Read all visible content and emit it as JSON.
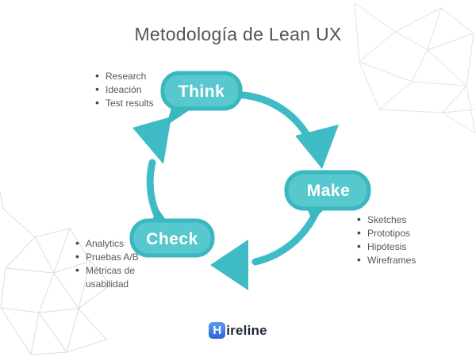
{
  "title": "Metodología de Lean UX",
  "cycle": {
    "direction": "clockwise",
    "stages": [
      {
        "label": "Think",
        "bullets": [
          "Research",
          "Ideación",
          "Test results"
        ]
      },
      {
        "label": "Make",
        "bullets": [
          "Sketches",
          "Prototipos",
          "Hipótesis",
          "Wireframes"
        ]
      },
      {
        "label": "Check",
        "bullets": [
          "Analytics",
          "Pruebas A/B",
          "Métricas de usabilidad"
        ]
      }
    ]
  },
  "logo": {
    "initial": "H",
    "rest": "ireline",
    "full_name": "Hireline"
  },
  "colors": {
    "teal_ring": "#3EBBC4",
    "bubble_fill": "#56C8CE",
    "bubble_stroke": "#3BB7C0",
    "title_text": "#545454",
    "bullet_text": "#575757",
    "mesh_top_right": "#D8E9EE",
    "mesh_bottom_left": "#D9DDE7",
    "logo_blue_top": "#5B9DF0",
    "logo_blue_bottom": "#2D62DC",
    "logo_text": "#202738"
  }
}
